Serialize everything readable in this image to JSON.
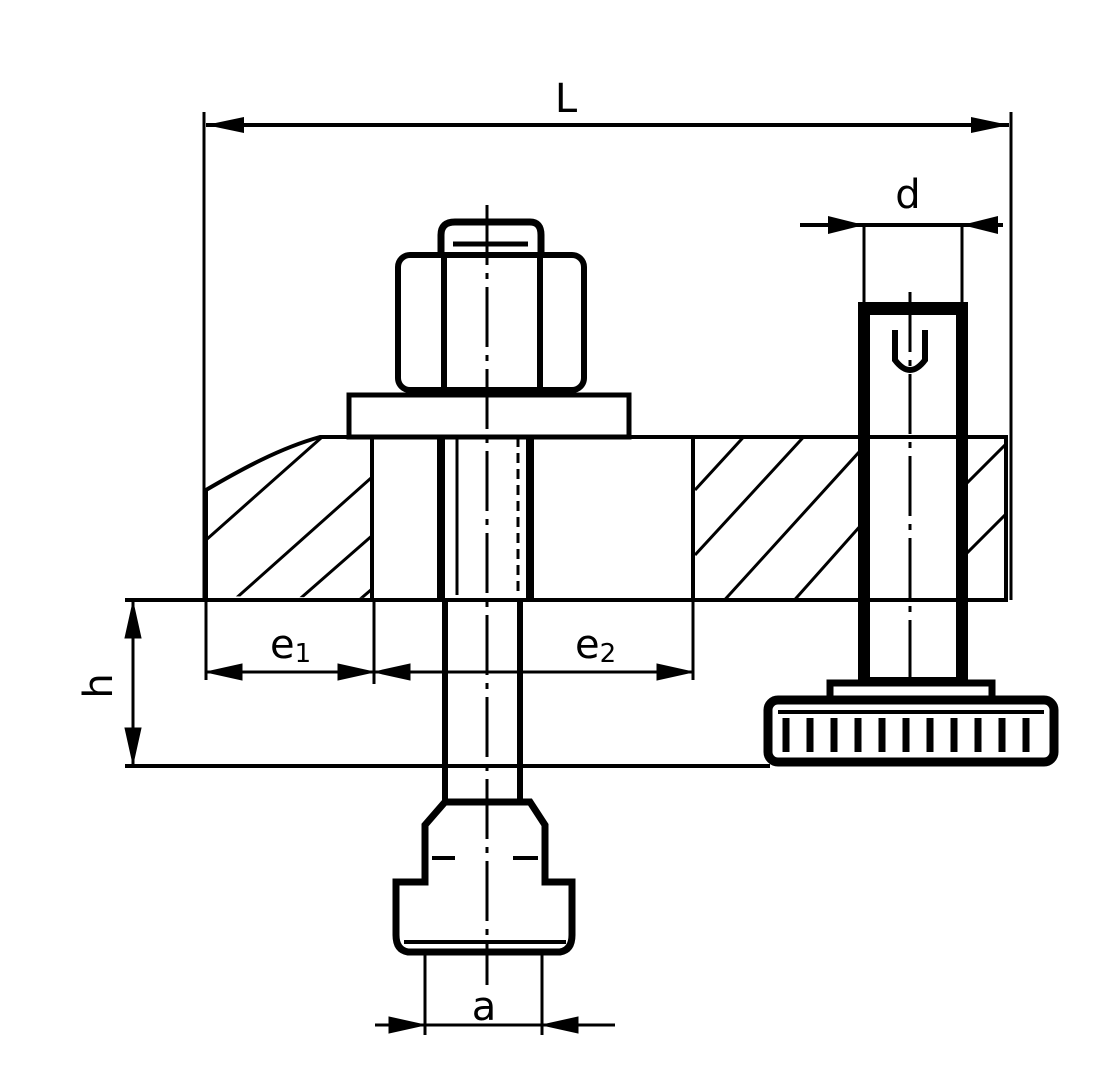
{
  "diagram": {
    "type": "technical-drawing",
    "subject": "clamp assembly with T-slot bolt, nut, washer and adjustable support screw",
    "colors": {
      "line": "#000000",
      "background": "#ffffff"
    },
    "dimensions": {
      "L": {
        "label": "L"
      },
      "d": {
        "label": "d"
      },
      "h": {
        "label": "h"
      },
      "e1": {
        "label": "e",
        "subscript": "1"
      },
      "e2": {
        "label": "e",
        "subscript": "2"
      },
      "a": {
        "label": "a"
      }
    },
    "parts": [
      "clamp-body",
      "hex-nut",
      "washer",
      "t-slot-bolt",
      "t-slot-nut",
      "support-screw",
      "knurled-thumb-nut"
    ]
  }
}
